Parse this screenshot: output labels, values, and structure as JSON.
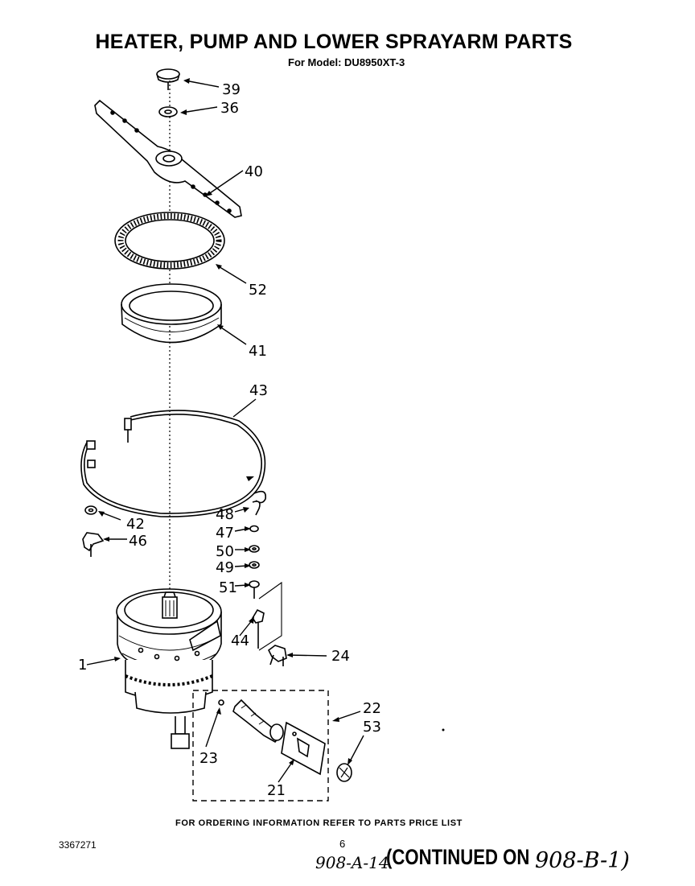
{
  "header": {
    "title": "HEATER, PUMP AND LOWER SPRAYARM PARTS",
    "subtitle": "For Model: DU8950XT-3"
  },
  "callouts": {
    "p39": "39",
    "p36": "36",
    "p40": "40",
    "p52": "52",
    "p41": "41",
    "p43": "43",
    "p42": "42",
    "p46": "46",
    "p48": "48",
    "p47": "47",
    "p50": "50",
    "p49": "49",
    "p51": "51",
    "p44": "44",
    "p24": "24",
    "p1": "1",
    "p22": "22",
    "p53": "53",
    "p23": "23",
    "p21": "21"
  },
  "footer": {
    "ordering_note": "FOR ORDERING INFORMATION REFER TO PARTS PRICE LIST",
    "doc_number": "3367271",
    "page_number": "6",
    "handwritten_left": "908-A-14",
    "continued_label": "(CONTINUED ON",
    "handwritten_right": "908-B-1)"
  }
}
